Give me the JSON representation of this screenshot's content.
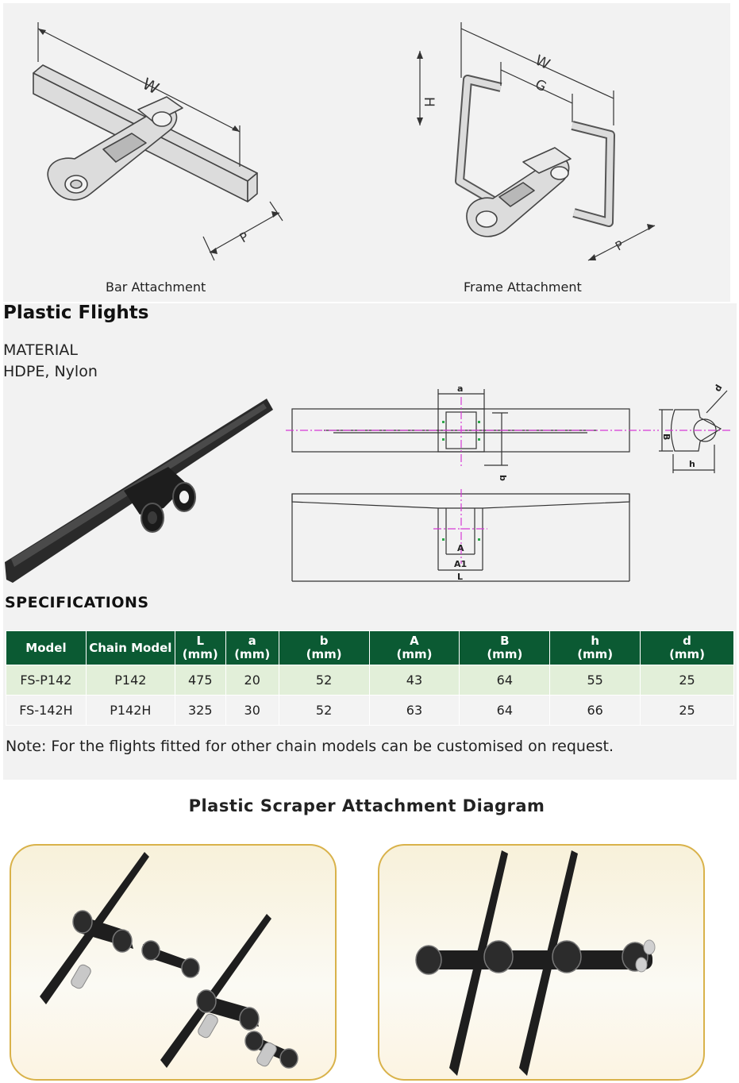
{
  "attachments": {
    "bar_caption": "Bar Attachment",
    "frame_caption": "Frame Attachment",
    "bar_labels": {
      "w": "W",
      "p": "P"
    },
    "frame_labels": {
      "w": "W",
      "h": "H",
      "g": "G",
      "p": "P"
    }
  },
  "plastic_flights": {
    "title": "Plastic Flights",
    "material_label": "MATERIAL",
    "material_value": "HDPE, Nylon",
    "drawing_labels": {
      "a": "a",
      "b": "b",
      "d": "d",
      "h": "h",
      "A": "A",
      "A1": "A1",
      "L": "L",
      "B": "B"
    }
  },
  "specifications": {
    "title": "SPECIFICATIONS",
    "headers": [
      [
        "Model"
      ],
      [
        "Chain Model"
      ],
      [
        "L",
        "(mm)"
      ],
      [
        "a",
        "(mm)"
      ],
      [
        "b",
        "(mm)"
      ],
      [
        "A",
        "(mm)"
      ],
      [
        "B",
        "(mm)"
      ],
      [
        "h",
        "(mm)"
      ],
      [
        "d",
        "(mm)"
      ]
    ],
    "rows": [
      [
        "FS-P142",
        "P142",
        "475",
        "20",
        "52",
        "43",
        "64",
        "55",
        "25"
      ],
      [
        "FS-142H",
        "P142H",
        "325",
        "30",
        "52",
        "63",
        "64",
        "66",
        "25"
      ]
    ],
    "note": "Note: For the flights fitted for other chain models can be customised on request."
  },
  "diagram": {
    "title": "Plastic Scraper Attachment Diagram"
  },
  "colors": {
    "header_green": "#0b5a33",
    "row1_green": "#e2efd9",
    "frame_gold": "#d9b24a",
    "centerline_magenta": "#d63ad6"
  }
}
